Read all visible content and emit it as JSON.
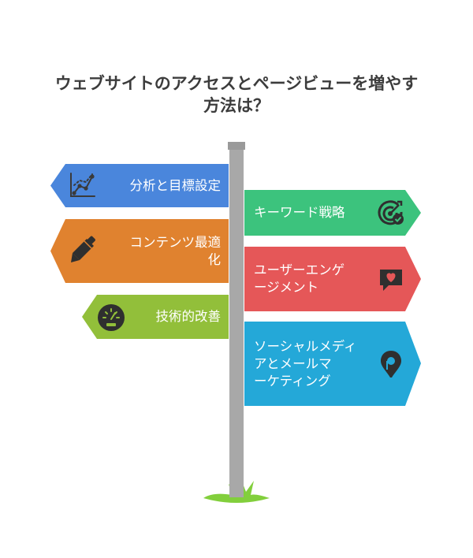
{
  "title": {
    "line1": "ウェブサイトのアクセスとページビューを増やす",
    "line2": "方法は？"
  },
  "colors": {
    "blue": "#4a86dc",
    "orange": "#e0822f",
    "olive": "#92bf3a",
    "green": "#3cc37d",
    "red": "#e55758",
    "cyan": "#24a8d8",
    "pole": "#a8a8a8",
    "grass": "#82cf3c"
  },
  "left_signs": [
    {
      "lines": [
        "分析と目標設定"
      ],
      "icon": "line-chart-icon"
    },
    {
      "lines": [
        "コンテンツ最適",
        "化"
      ],
      "icon": "pen-icon"
    },
    {
      "lines": [
        "技術的改善"
      ],
      "icon": "speedometer-icon"
    }
  ],
  "right_signs": [
    {
      "lines": [
        "キーワード戦略"
      ],
      "icon": "target-check-icon"
    },
    {
      "lines": [
        "ユーザーエンゲ",
        "ージメント"
      ],
      "icon": "heart-chat-icon"
    },
    {
      "lines": [
        "ソーシャルメディ",
        "アとメールマ",
        "ーケティング"
      ],
      "icon": "map-pin-icon"
    }
  ]
}
